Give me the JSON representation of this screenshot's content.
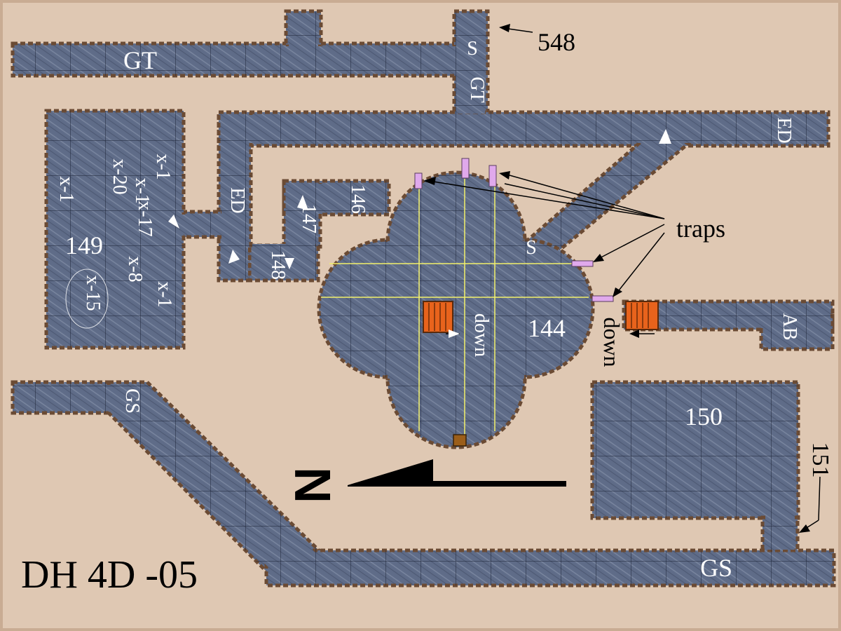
{
  "map_title": "DH 4D -05",
  "compass": {
    "label": "N"
  },
  "rooms": {
    "r144": "144",
    "r146": "146",
    "r147": "147",
    "r148": "148",
    "r149": "149",
    "r150": "150",
    "r151": "151",
    "r548": "548"
  },
  "passages": {
    "gt_west": "GT",
    "gt_north": "GT",
    "ed_east": "ED",
    "ed_west": "ED",
    "gs_top": "GS",
    "gs_bottom": "GS",
    "ab": "AB"
  },
  "secret_door_marks": {
    "north": "S",
    "east": "S"
  },
  "room149_notes": {
    "n1": "x-1",
    "n2": "x-1",
    "n3": "x-17",
    "n4": "x-20",
    "n5": "x-1",
    "n6": "x-8",
    "n7": "x-1",
    "n8": "x-15"
  },
  "labels": {
    "traps": "traps",
    "down_center": "down",
    "down_east": "down"
  },
  "colors": {
    "background": "#dfc8b3",
    "floor": "#5d6a86",
    "wall": "#6b4b34",
    "grid": "#1c2336",
    "trap": "#e0a9ec",
    "stairs": "#e8631c",
    "guide_lines": "#f2f06a"
  }
}
